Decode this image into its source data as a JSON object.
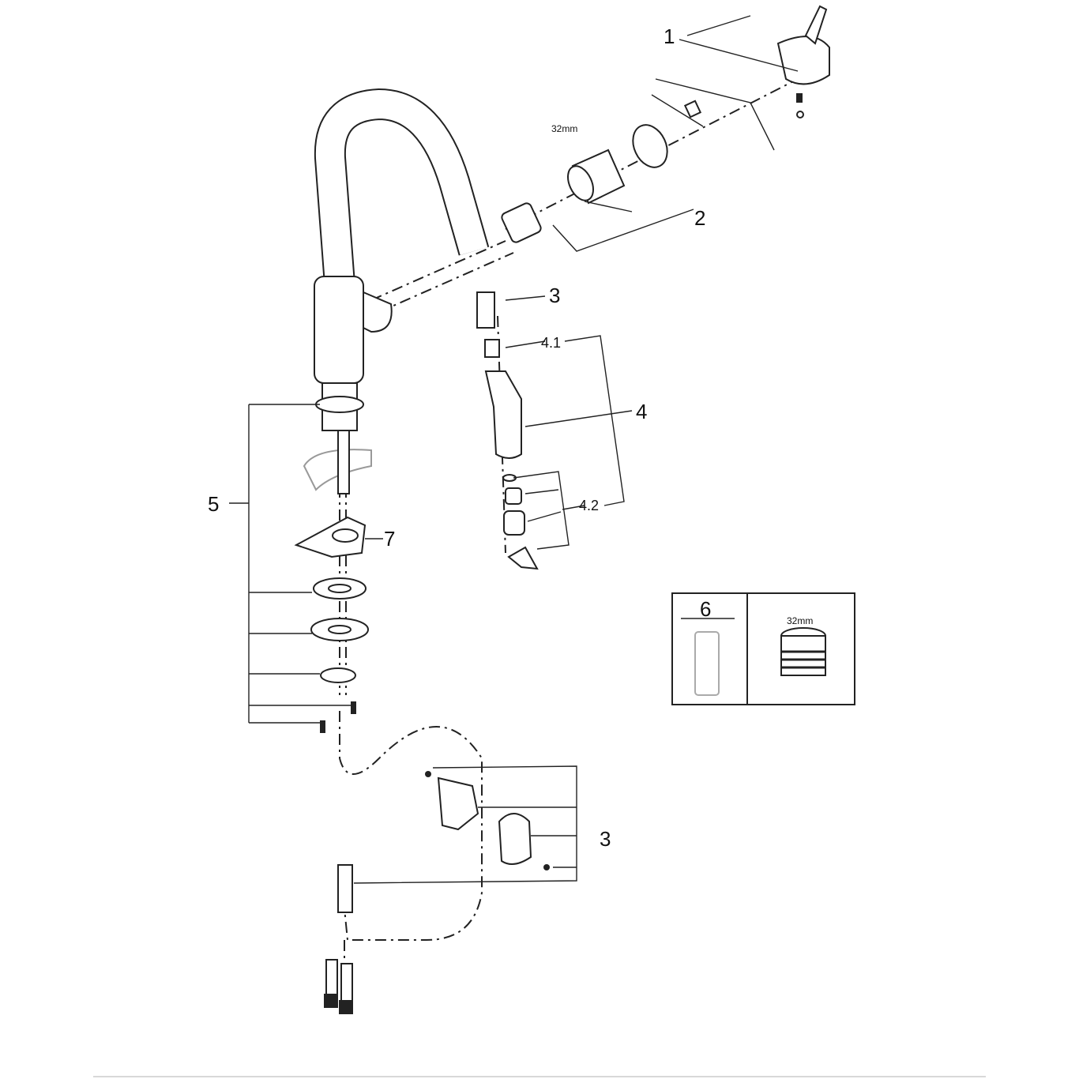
{
  "diagram": {
    "labels": {
      "handle": "1",
      "cartridge": "2",
      "hose_connector": "3",
      "thread_size_top": "32mm",
      "spray_insert": "4.1",
      "spray_head": "4",
      "spray_parts": "4.2",
      "mounting_set": "5",
      "bracket": "7",
      "hose_guide": "3"
    },
    "inset": {
      "tool_label": "6",
      "thread_size": "32mm"
    }
  }
}
